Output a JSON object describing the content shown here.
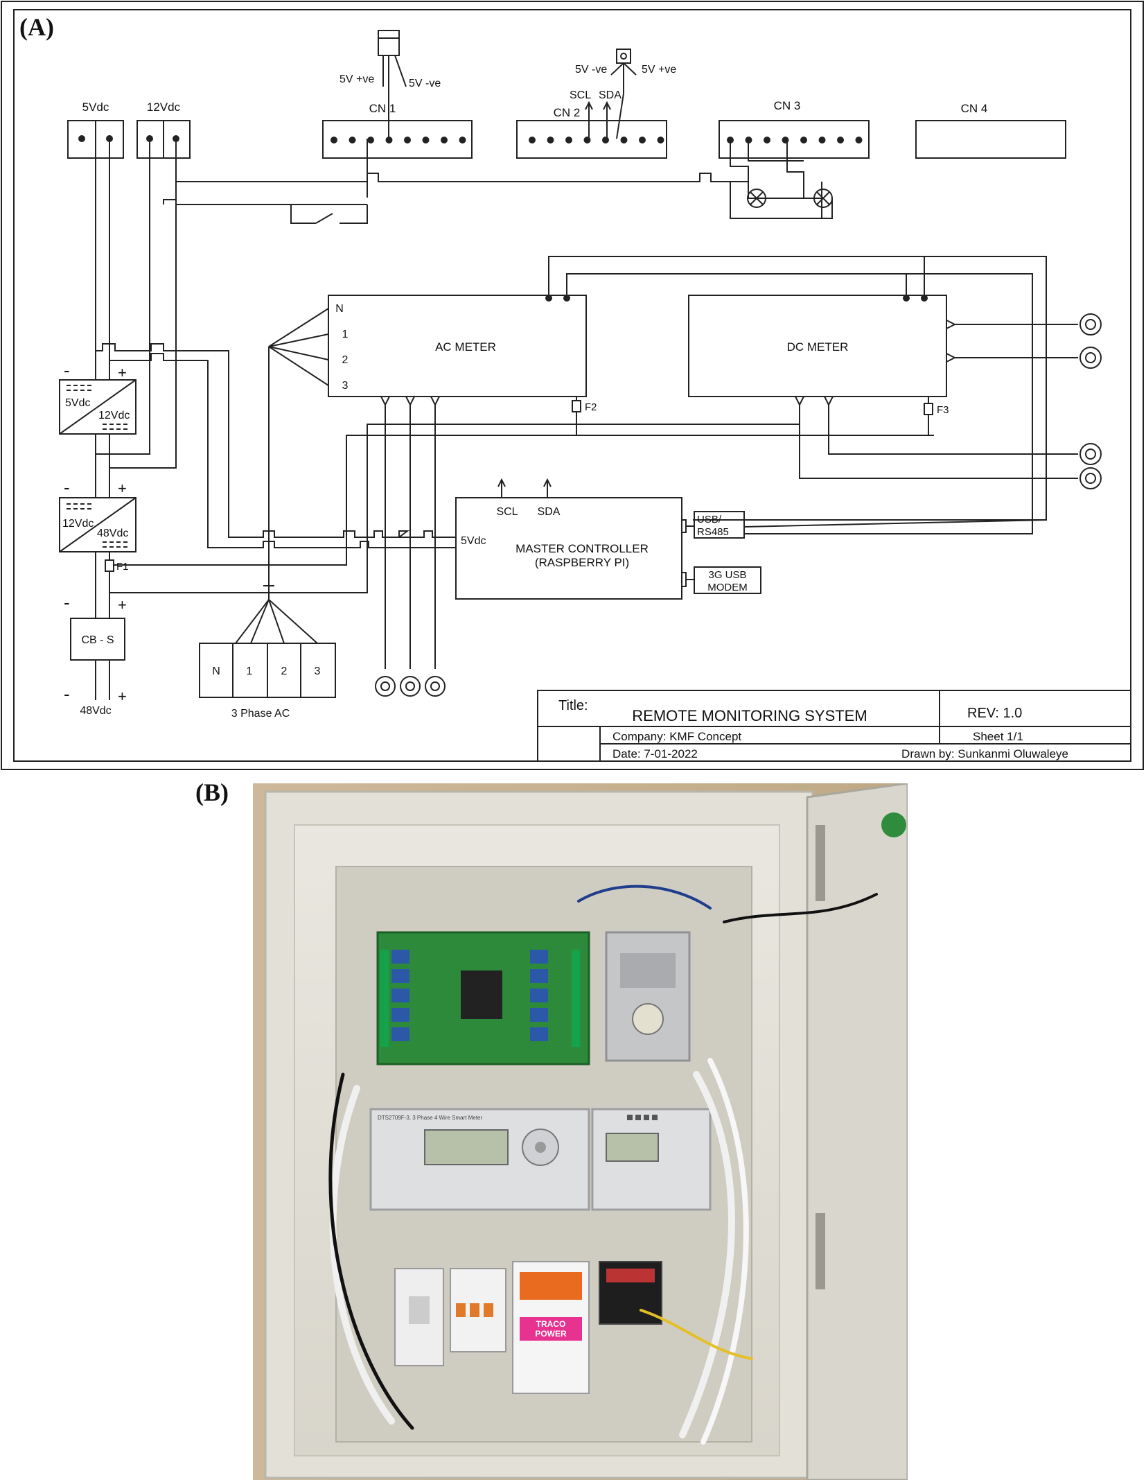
{
  "panel_a": {
    "label": "(A)",
    "supplies": {
      "top_5vdc": "5Vdc",
      "top_12vdc": "12Vdc",
      "conv1_in": "5Vdc",
      "conv1_out": "12Vdc",
      "conv2_in": "12Vdc",
      "conv2_out": "48Vdc",
      "fuse1": "F1",
      "breaker": "CB - S",
      "bottom_48vdc": "48Vdc",
      "minus": "-",
      "plus": "+"
    },
    "sensor_cn1": {
      "pos": "5V +ve",
      "neg": "5V -ve"
    },
    "sensor_cn2": {
      "neg": "5V -ve",
      "pos": "5V +ve",
      "scl": "SCL",
      "sda": "SDA"
    },
    "connectors": {
      "cn1": "CN 1",
      "cn2": "CN 2",
      "cn3": "CN 3",
      "cn4": "CN 4"
    },
    "ac_meter": {
      "label": "AC METER",
      "pins": [
        "N",
        "1",
        "2",
        "3"
      ],
      "fuse": "F2"
    },
    "dc_meter": {
      "label": "DC METER",
      "fuse": "F3"
    },
    "master": {
      "line1": "MASTER CONTROLLER",
      "line2": "(RASPBERRY PI)",
      "supply": "5Vdc",
      "scl": "SCL",
      "sda": "SDA",
      "usb_line1": "USB/",
      "usb_line2": "RS485",
      "modem_line1": "3G USB",
      "modem_line2": "MODEM"
    },
    "three_phase": {
      "cells": [
        "N",
        "1",
        "2",
        "3"
      ],
      "caption": "3 Phase AC"
    },
    "title_block": {
      "title_label": "Title:",
      "title": "REMOTE MONITORING SYSTEM",
      "rev": "REV: 1.0",
      "company": "Company: KMF Concept",
      "sheet": "Sheet   1/1",
      "date": "Date: 7-01-2022",
      "drawn_by": "Drawn by: Sunkanmi Oluwaleye"
    }
  },
  "panel_b": {
    "label": "(B)",
    "photo_texts": {
      "meter_header": "DTS2709F-3, 3 Phase 4 Wire Smart Meter",
      "psu_brand_line1": "TRACO",
      "psu_brand_line2": "POWER"
    }
  }
}
